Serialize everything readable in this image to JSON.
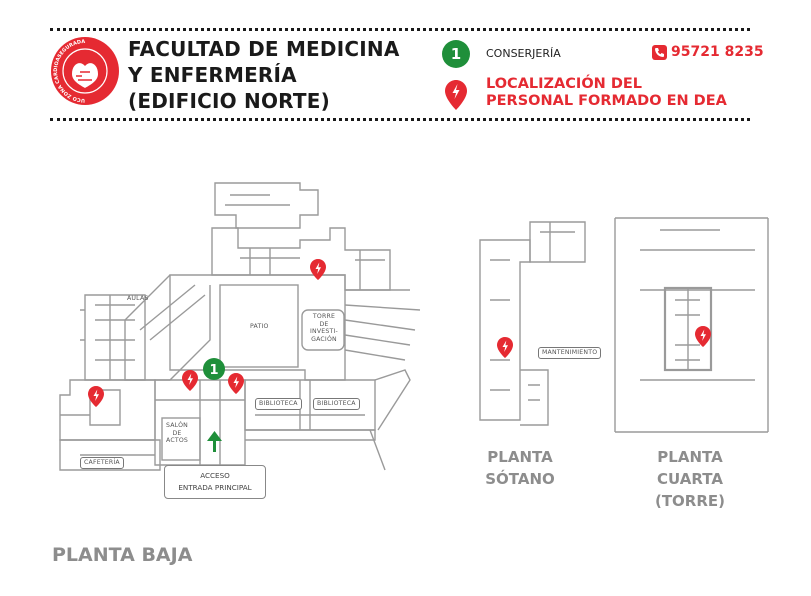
{
  "header": {
    "title_lines": [
      "FACULTAD DE MEDICINA",
      "Y ENFERMERÍA",
      "(EDIFICIO NORTE)"
    ],
    "logo_text": "UCO ZONA CARDIOASEGURADA",
    "legend": {
      "conserjeria_number": "1",
      "conserjeria_label": "CONSERJERÍA",
      "phone_prefix": "957",
      "phone_mid": "21",
      "phone_ext": " 8235",
      "dea_label_lines": [
        "LOCALIZACIÓN DEL",
        "PERSONAL FORMADO EN DEA"
      ]
    }
  },
  "rooms": {
    "aulas": "AULAS",
    "patio": "PATIO",
    "torre_lines": [
      "TORRE",
      "DE",
      "INVESTI-",
      "GACIÓN"
    ],
    "biblioteca_1": "BIBLIOTECA",
    "biblioteca_2": "BIBLIOTECA",
    "salon_lines": [
      "SALÓN",
      "DE",
      "ACTOS"
    ],
    "cafeteria": "CAFETERÍA",
    "mantenimiento": "MANTENIMIENTO",
    "acceso_lines": [
      "ACCESO",
      "ENTRADA PRINCIPAL"
    ]
  },
  "map_markers": {
    "conserjeria_number": "1"
  },
  "floor_labels": {
    "planta_baja": "PLANTA BAJA",
    "planta_sotano": [
      "PLANTA",
      "SÓTANO"
    ],
    "planta_cuarta": [
      "PLANTA",
      "CUARTA",
      "(TORRE)"
    ]
  },
  "colors": {
    "brand_red": "#e52a32",
    "conserjeria_green": "#1f8f3a",
    "plan_gray": "#9a9a9a",
    "label_gray": "#8d8d8d"
  }
}
